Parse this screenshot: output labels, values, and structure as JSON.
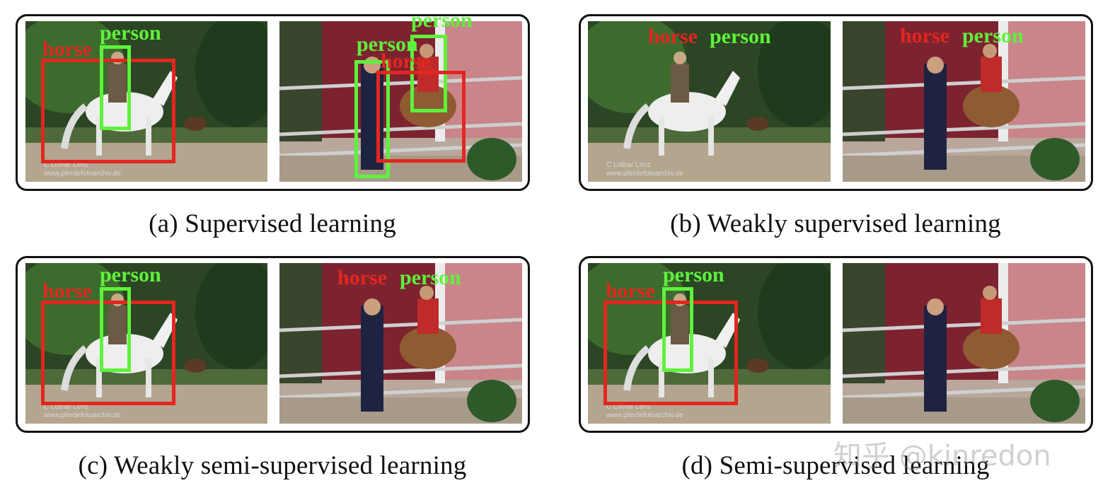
{
  "panels": [
    {
      "caption": "(a) Supervised learning",
      "left": {
        "labels": [
          "horse",
          "person"
        ]
      },
      "right": {
        "labels": [
          "person",
          "horse",
          "person"
        ]
      }
    },
    {
      "caption": "(b) Weakly supervised learning",
      "left": {
        "labels": [
          "horse",
          "person"
        ]
      },
      "right": {
        "labels": [
          "horse",
          "person"
        ]
      }
    },
    {
      "caption": "(c) Weakly semi-supervised learning",
      "left": {
        "labels": [
          "horse",
          "person"
        ]
      },
      "right": {
        "labels": [
          "horse",
          "person"
        ]
      }
    },
    {
      "caption": "(d) Semi-supervised learning",
      "left": {
        "labels": [
          "horse",
          "person"
        ]
      },
      "right": {
        "labels": []
      }
    }
  ],
  "photo_credit": [
    "C    Lothar Lenz",
    "www.pferdefotoarchiv.de"
  ],
  "watermark": "知乎 @kinredon",
  "colors": {
    "horse_label": "#e3261f",
    "person_label": "#5ef23c"
  }
}
